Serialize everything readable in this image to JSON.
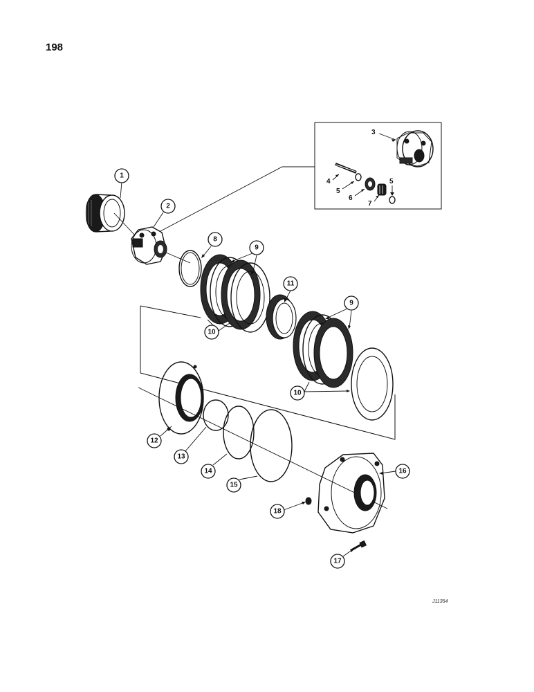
{
  "page": {
    "number": "198",
    "figure_id": "J11354"
  },
  "callouts": {
    "c1": "1",
    "c2": "2",
    "c8": "8",
    "c9a": "9",
    "c9b": "9",
    "c10a": "10",
    "c10b": "10",
    "c11": "11",
    "c12": "12",
    "c13": "13",
    "c14": "14",
    "c15": "15",
    "c16": "16",
    "c17": "17",
    "c18": "18"
  },
  "inset_labels": {
    "l3": "3",
    "l4": "4",
    "l5a": "5",
    "l5b": "5",
    "l6": "6",
    "l7": "7"
  }
}
